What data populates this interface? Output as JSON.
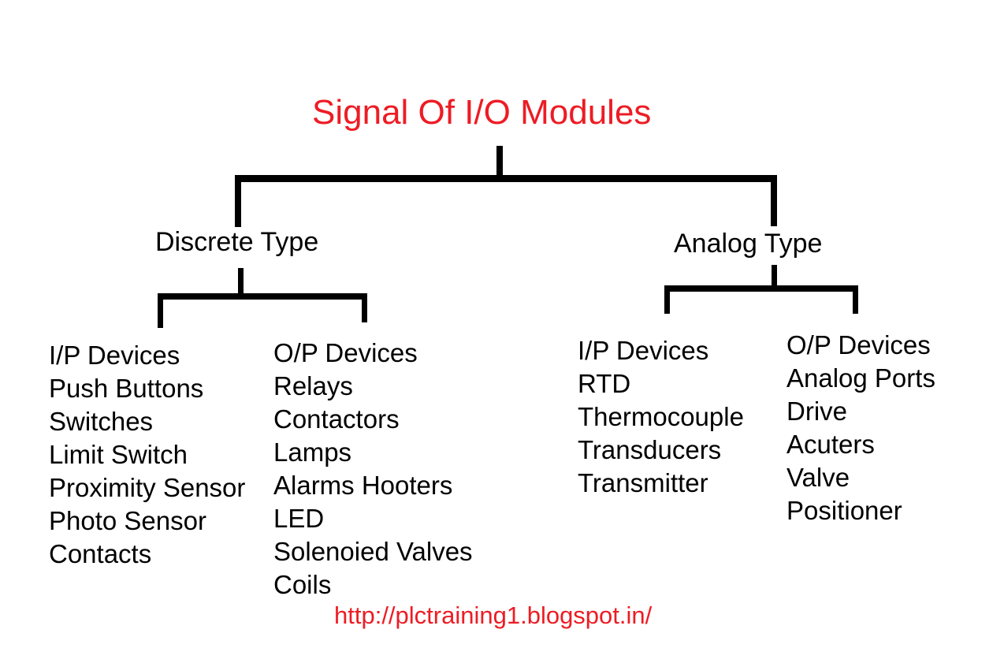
{
  "title": {
    "text": "Signal Of I/O Modules",
    "color": "#ed1c24"
  },
  "colors": {
    "accent_red": "#ed1c24",
    "line_black": "#000000",
    "background": "#ffffff"
  },
  "tree": {
    "discrete": {
      "label": "Discrete Type",
      "ip": {
        "lines": [
          "I/P Devices",
          "Push Buttons",
          "Switches",
          "Limit Switch",
          "Proximity Sensor",
          "Photo Sensor",
          "Contacts"
        ]
      },
      "op": {
        "lines": [
          "O/P Devices",
          "Relays",
          "Contactors",
          "Lamps",
          "Alarms Hooters",
          "LED",
          "Solenoied Valves",
          "Coils"
        ]
      }
    },
    "analog": {
      "label": "Analog Type",
      "ip": {
        "lines": [
          "I/P Devices",
          "RTD",
          "Thermocouple",
          "Transducers",
          "Transmitter"
        ]
      },
      "op": {
        "lines": [
          "O/P Devices",
          "Analog Ports",
          "Drive",
          "Acuters",
          "Valve",
          "Positioner"
        ]
      }
    }
  },
  "footer": {
    "url": "http://plctraining1.blogspot.in/",
    "color": "#ed1c24"
  }
}
